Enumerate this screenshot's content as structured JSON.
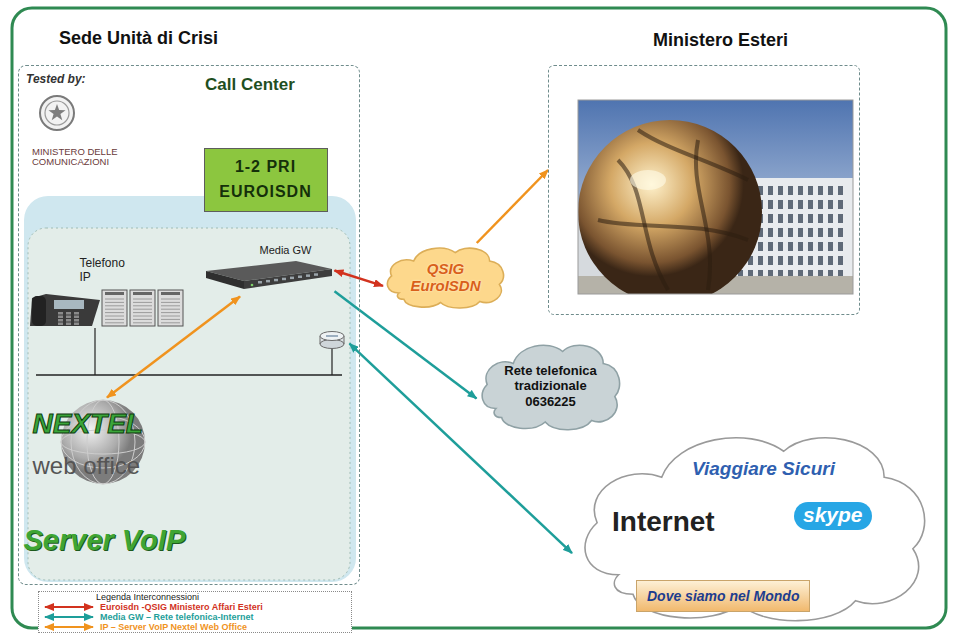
{
  "diagram": {
    "nodes": [
      {
        "text": [
          "Sede Unità di Crisi",
          "Call Center"
        ]
      },
      {
        "text": [
          "1-2 PRI EUROISDN"
        ],
        "in": 0
      },
      {
        "text": [
          "Server VoIP"
        ],
        "in": 0
      },
      {
        "text": [
          "Telefono IP"
        ],
        "in": 2
      },
      {
        "text": [
          "Media GW"
        ],
        "in": 2
      },
      {
        "text": [
          "NEXTEL",
          "web office"
        ],
        "in": 2
      },
      {
        "text": [
          "Ministero Esteri"
        ]
      },
      {
        "text": [
          "QSIG EuroISDN"
        ]
      },
      {
        "text": [
          "Rete telefonica tradizionale 0636225"
        ]
      },
      {
        "text": [
          "Viaggiare Sicuri",
          "Internet",
          "skype",
          "Dove siamo nel Mondo"
        ]
      }
    ],
    "edges": [
      {
        "from": 4,
        "to": 7,
        "arrow": "both"
      },
      {
        "from": 7,
        "to": 6,
        "arrow": "to"
      },
      {
        "from": 5,
        "to": 4,
        "arrow": "both"
      },
      {
        "from": 4,
        "to": 8,
        "arrow": "to"
      },
      {
        "from": 2,
        "to": 9,
        "arrow": "both"
      }
    ],
    "labels": [
      "Tested by:",
      "MINISTERO DELLE COMUNICAZIONI",
      "Legenda Interconnessioni"
    ],
    "legend": [
      {
        "text": "Euroisdn -QSIG Ministero Affari Esteri"
      },
      {
        "text": "Media GW – Rete telefonica-Internet"
      },
      {
        "text": "IP – Server VoIP Nextel Web Office"
      }
    ]
  }
}
